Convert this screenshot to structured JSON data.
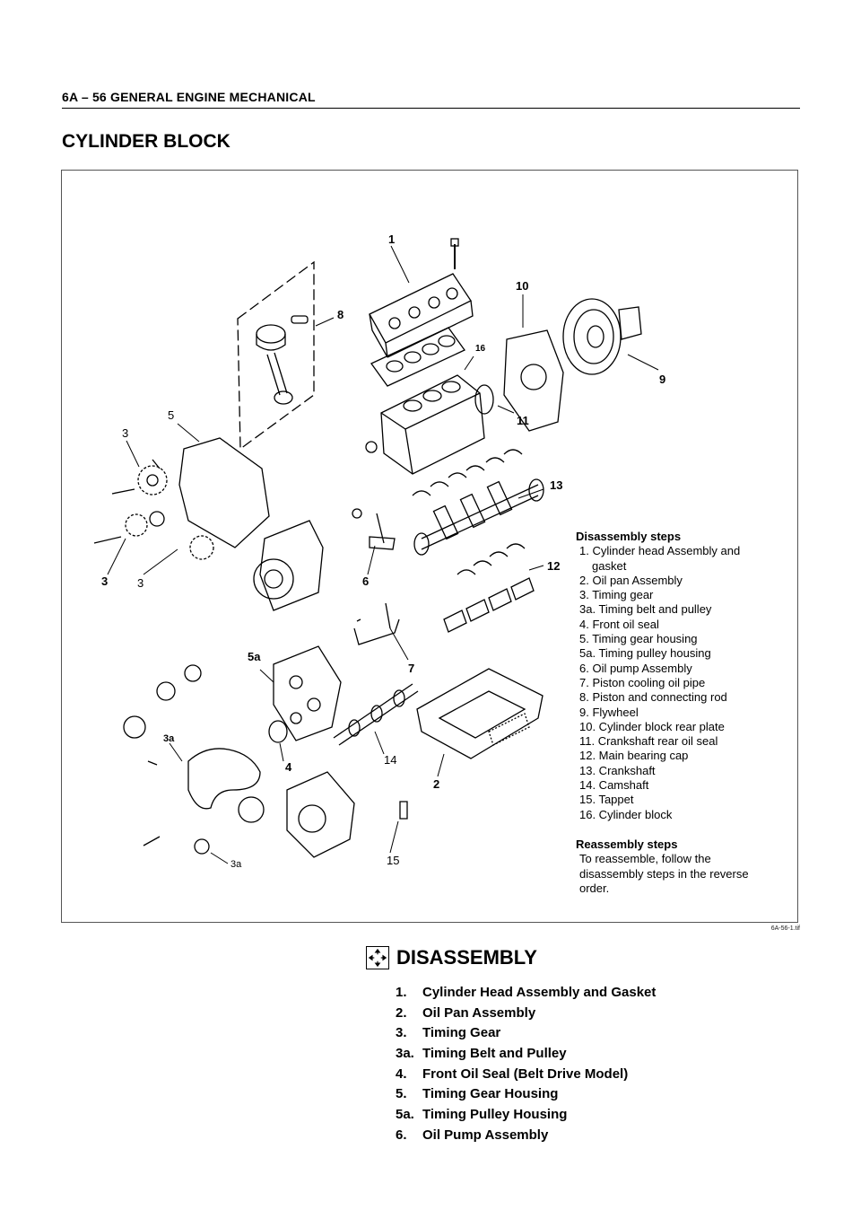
{
  "header": {
    "text": "6A – 56  GENERAL ENGINE MECHANICAL"
  },
  "section_title": "CYLINDER BLOCK",
  "figure": {
    "callouts": [
      "1",
      "10",
      "8",
      "16",
      "9",
      "11",
      "5",
      "3",
      "13",
      "12",
      "3",
      "3",
      "6",
      "5a",
      "7",
      "3a",
      "4",
      "14",
      "2",
      "15",
      "3a"
    ],
    "legend": {
      "disassembly_heading": "Disassembly steps",
      "disassembly_items": [
        "1. Cylinder head Assembly and",
        "gasket",
        "2. Oil pan Assembly",
        "3. Timing gear",
        "3a. Timing belt and pulley",
        "4. Front oil seal",
        "5. Timing gear housing",
        "5a. Timing pulley housing",
        "6. Oil pump Assembly",
        "7. Piston cooling oil pipe",
        "8. Piston and connecting rod",
        "9. Flywheel",
        "10. Cylinder block rear plate",
        "11. Crankshaft rear oil seal",
        "12. Main bearing cap",
        "13. Crankshaft",
        "14. Camshaft",
        "15. Tappet",
        "16. Cylinder block"
      ],
      "reassembly_heading": "Reassembly steps",
      "reassembly_lines": [
        "To reassemble, follow the",
        "disassembly steps in the reverse",
        "order."
      ]
    },
    "figure_id": "6A-56-1.tif"
  },
  "disassembly": {
    "icon": "arrows-out-icon",
    "title": "DISASSEMBLY",
    "steps": [
      {
        "num": "1.",
        "label": "Cylinder Head Assembly and Gasket"
      },
      {
        "num": "2.",
        "label": "Oil Pan Assembly"
      },
      {
        "num": "3.",
        "label": "Timing Gear"
      },
      {
        "num": "3a.",
        "label": "Timing Belt and Pulley"
      },
      {
        "num": "4.",
        "label": "Front Oil Seal (Belt Drive Model)"
      },
      {
        "num": "5.",
        "label": "Timing Gear Housing"
      },
      {
        "num": "5a.",
        "label": "Timing Pulley Housing"
      },
      {
        "num": "6.",
        "label": "Oil Pump Assembly"
      }
    ]
  }
}
